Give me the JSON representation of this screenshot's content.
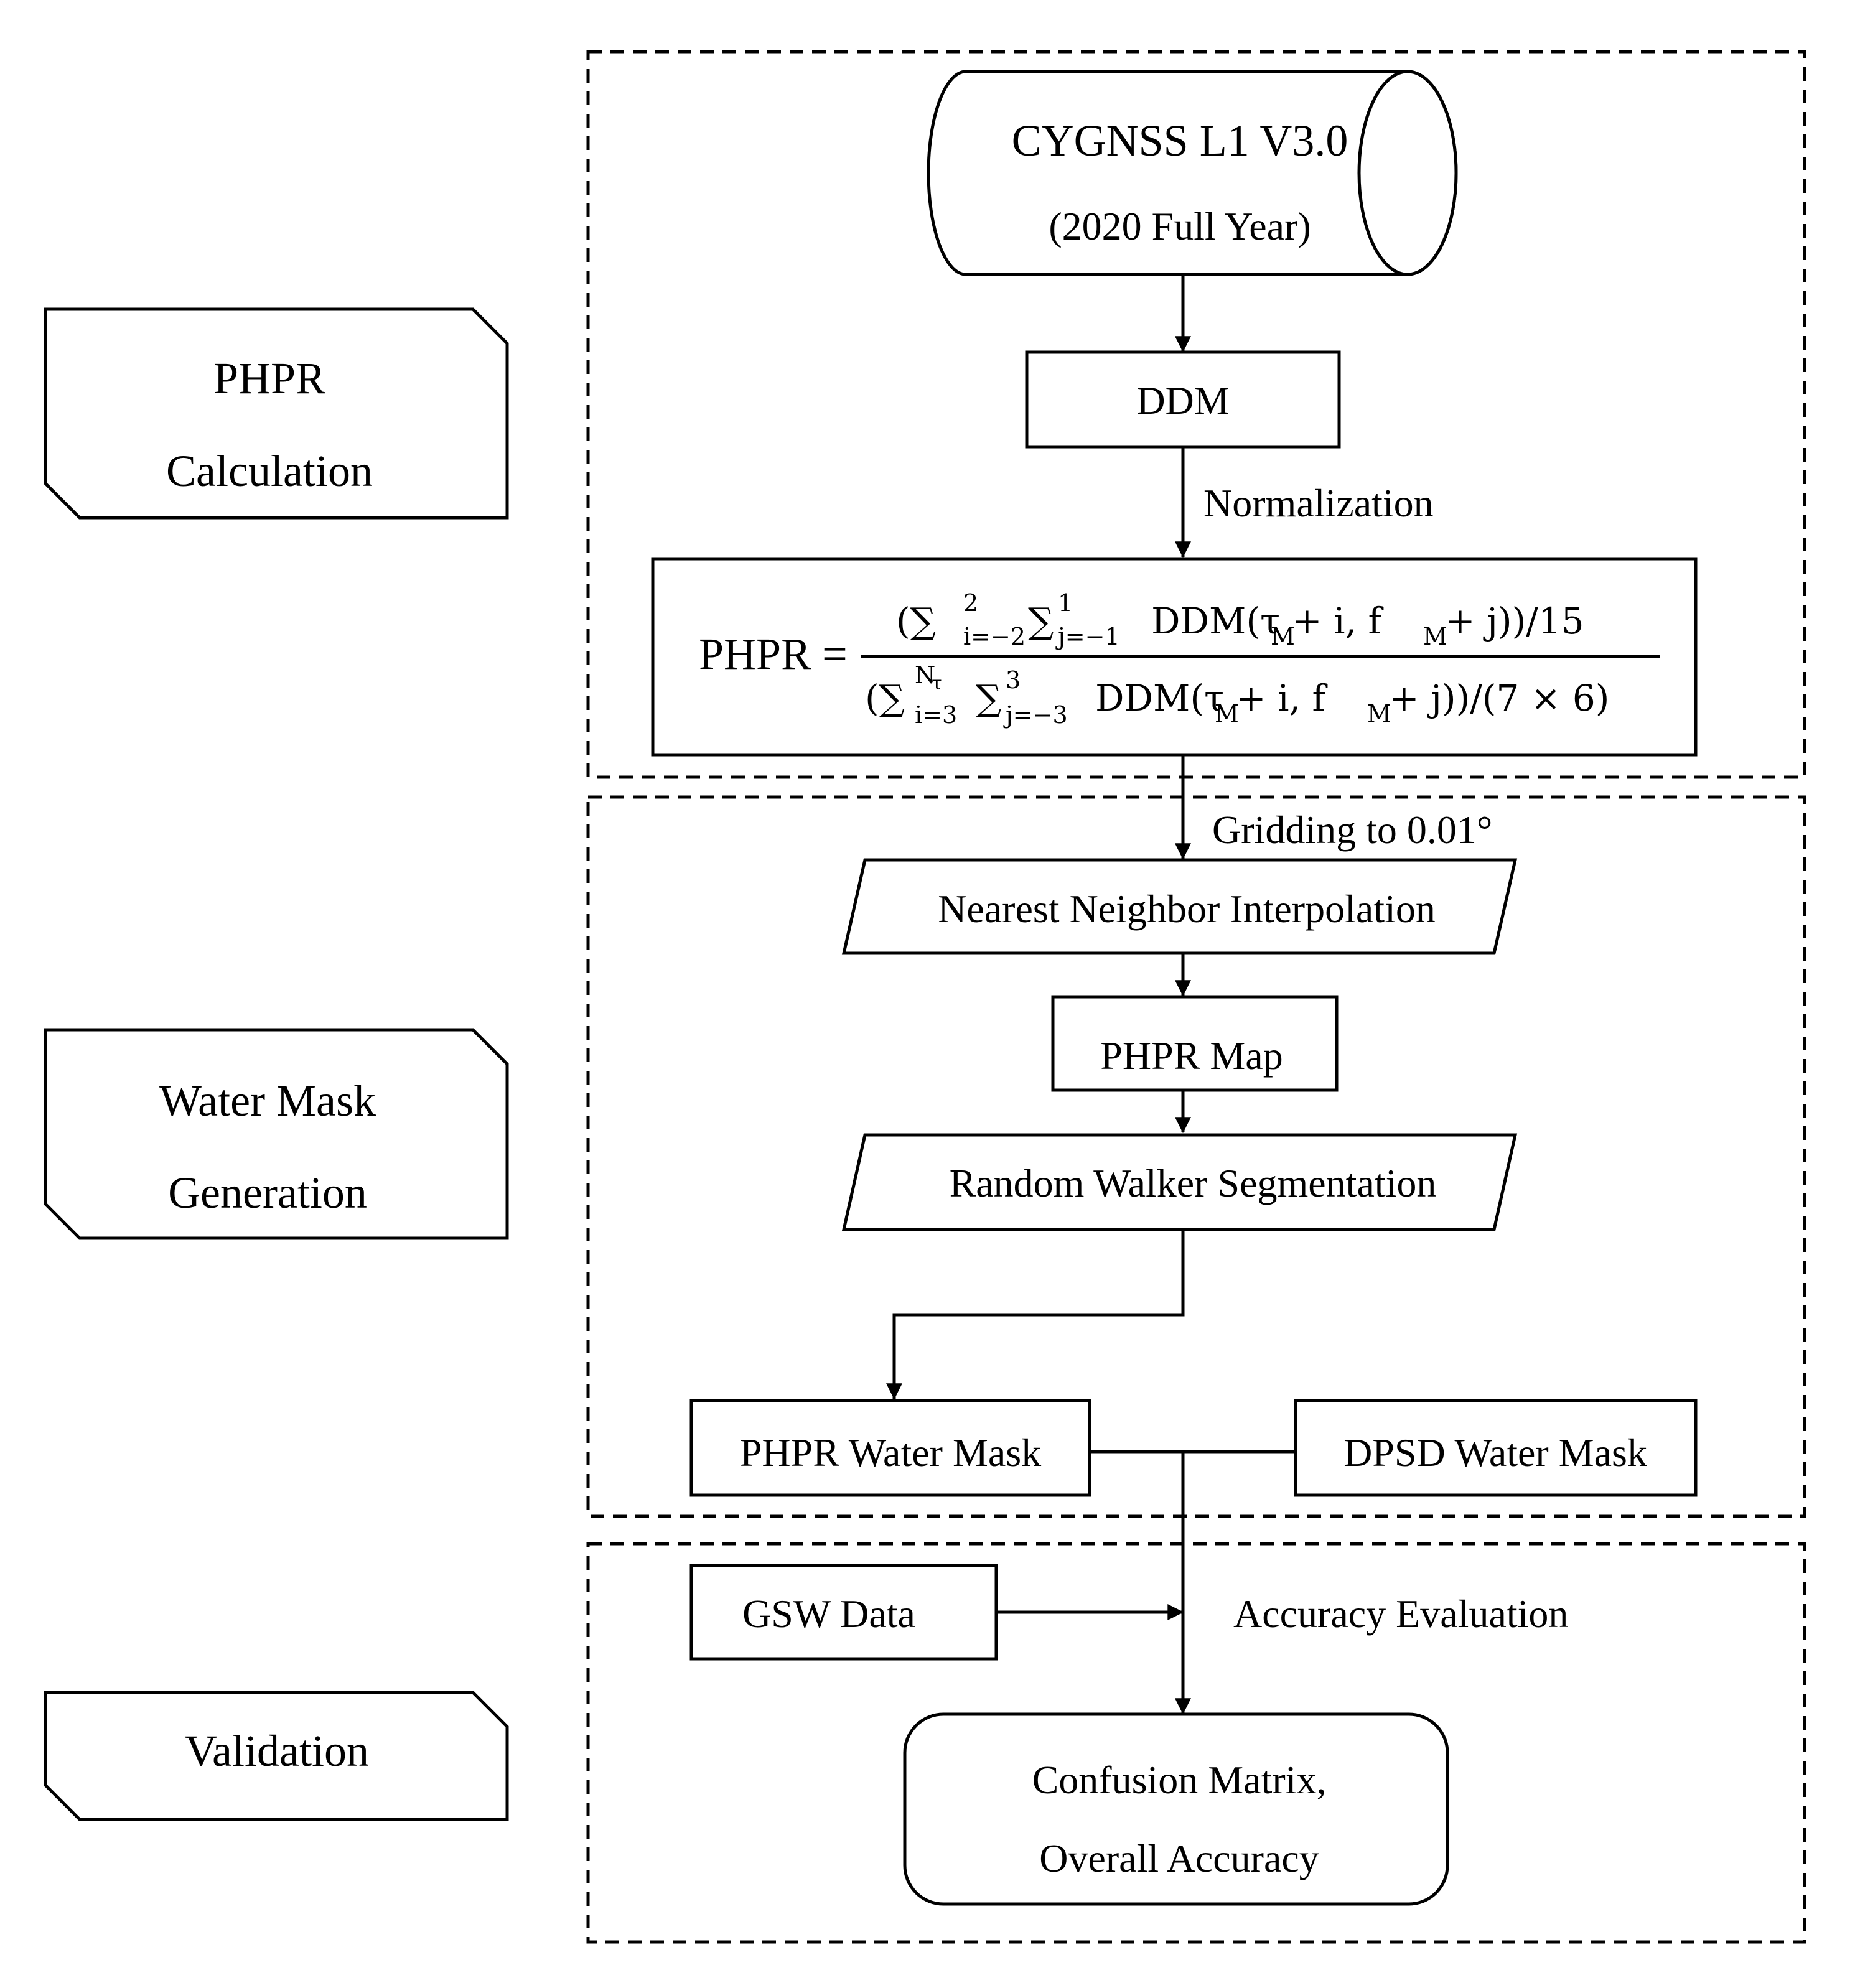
{
  "stages": {
    "calculation": [
      "PHPR",
      "Calculation"
    ],
    "water_mask": [
      "Water Mask",
      "Generation"
    ],
    "validation": "Validation"
  },
  "nodes": {
    "cygnss": [
      "CYGNSS L1 V3.0",
      "(2020 Full Year)"
    ],
    "ddm": "DDM",
    "nearest": "Nearest Neighbor Interpolation",
    "phpr_map": "PHPR Map",
    "random_walker": "Random Walker Segmentation",
    "phpr_water_mask": "PHPR Water Mask",
    "dpsd_water_mask": "DPSD Water Mask",
    "gsw_data": "GSW Data",
    "confusion": [
      "Confusion Matrix,",
      "Overall Accuracy"
    ]
  },
  "edge_labels": {
    "normalization": "Normalization",
    "gridding": "Gridding to 0.01°",
    "accuracy_evaluation": "Accuracy Evaluation"
  },
  "formula": {
    "lhs": "PHPR =",
    "numerator": {
      "open": "(∑",
      "sum1_sup": "2",
      "sum1_sub": "i=−2",
      "sum2": "∑",
      "sum2_sup": "1",
      "sum2_sub": "j=−1",
      "body": "DDM(τ",
      "sub_m1": "M",
      "plus_i": " + i, f",
      "sub_m2": "M",
      "tail": " + j))/15"
    },
    "denominator": {
      "open": "(∑",
      "sum1_sup": "N",
      "sum1_sup_sub": "τ",
      "sum1_sub": "i=3",
      "sum2": "∑",
      "sum2_sup": "3",
      "sum2_sub": "j=−3",
      "body": "DDM(τ",
      "sub_m1": "M",
      "plus_i": " + i, f",
      "sub_m2": "M",
      "tail": " + j))/(7 × 6)"
    }
  }
}
